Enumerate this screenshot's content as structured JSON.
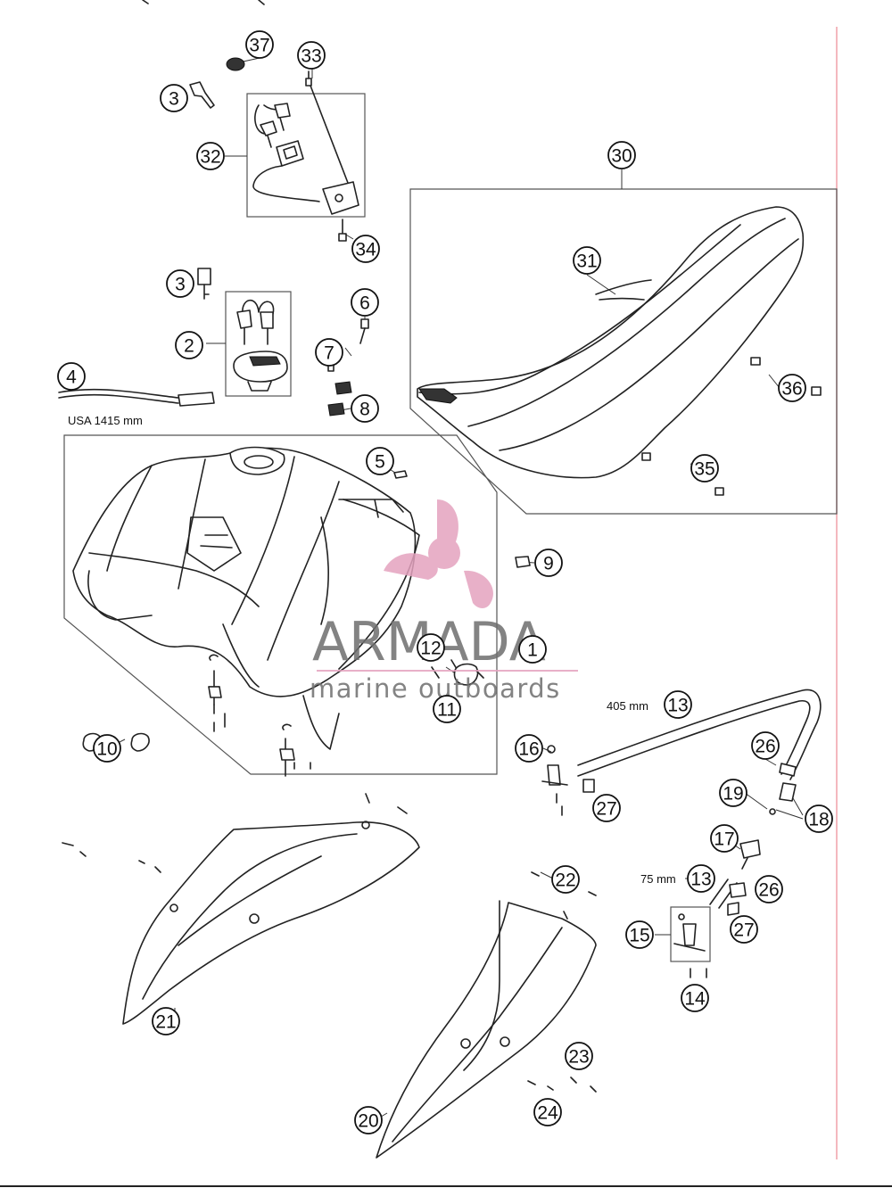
{
  "diagram": {
    "callouts": [
      "37",
      "33",
      "3",
      "32",
      "34",
      "30",
      "31",
      "3",
      "6",
      "2",
      "7",
      "4",
      "8",
      "36",
      "35",
      "5",
      "9",
      "12",
      "1",
      "11",
      "13",
      "10",
      "16",
      "26",
      "27",
      "19",
      "18",
      "17",
      "13",
      "26",
      "22",
      "27",
      "15",
      "14",
      "21",
      "23",
      "20",
      "24"
    ],
    "labels": {
      "usa_length": "USA 1415 mm",
      "hose_long": "405 mm",
      "hose_short": "75 mm"
    },
    "watermark": {
      "brand": "ARMADA",
      "tagline": "marine outboards",
      "color": "#e4a3bf"
    },
    "margin_line_color": "#f0a0a8"
  }
}
